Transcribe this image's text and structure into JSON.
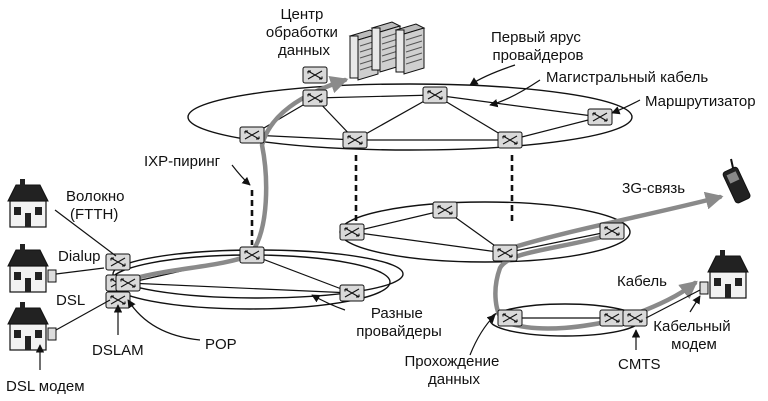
{
  "labels": {
    "data_center": [
      "Центр",
      "обработки",
      "данных"
    ],
    "tier1": [
      "Первый ярус",
      "провайдеров"
    ],
    "backbone": "Магистральный кабель",
    "router": "Маршрутизатор",
    "ixp": "IXP-пиринг",
    "fiber": [
      "Волокно",
      "(FTTH)"
    ],
    "dialup": "Dialup",
    "dsl": "DSL",
    "dslam": "DSLAM",
    "dsl_modem": "DSL модем",
    "pop": "POP",
    "other_providers": [
      "Разные",
      "провайдеры"
    ],
    "data_path": [
      "Прохождение",
      "данных"
    ],
    "mobile_3g": "3G-связь",
    "cable": "Кабель",
    "cable_modem": [
      "Кабельный",
      "модем"
    ],
    "cmts": "CMTS"
  },
  "icons": {
    "router": "router-icon",
    "house": "house-icon",
    "server": "server-icon",
    "phone": "mobile-phone-icon",
    "modem": "modem-icon"
  },
  "colors": {
    "line": "#111111",
    "data_flow": "#8a8a8a",
    "router_fill": "#d9d9d9"
  }
}
